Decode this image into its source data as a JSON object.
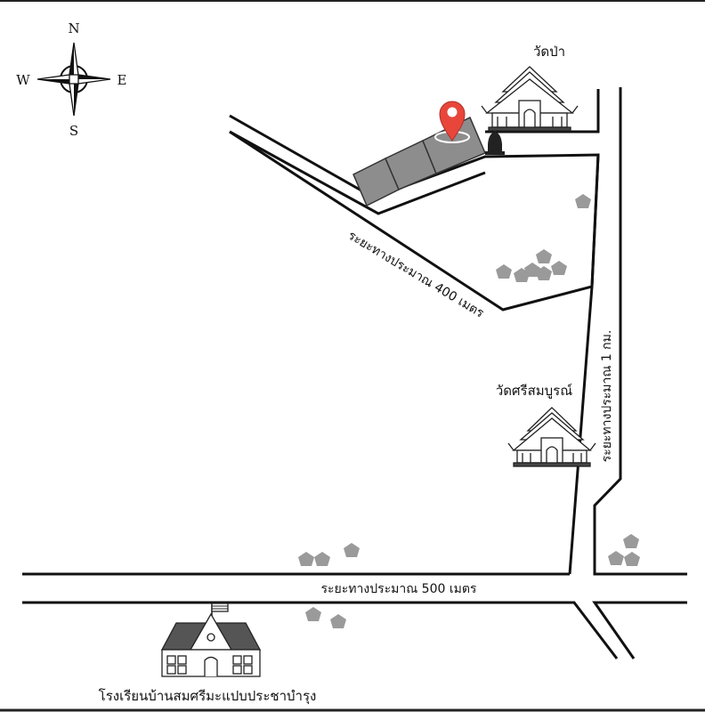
{
  "compass": {
    "north": "N",
    "south": "S",
    "east": "E",
    "west": "W"
  },
  "places": {
    "wat_pa": "วัดป่า",
    "wat_si_sombun": "วัดศรีสมบูรณ์",
    "school": "โรงเรียนบ้านสมศรีมะแปบประชาบำรุง"
  },
  "roads": {
    "diagonal": "ระยะทางประมาณ 400 เมตร",
    "vertical": "ระยะทางประมาณ 1 กม.",
    "horizontal": "ระยะทางประมาณ  500 เมตร"
  },
  "colors": {
    "marker": "#e8463b",
    "tree": "#9a9a9a",
    "building": "#8d8d8d",
    "line": "#111111"
  },
  "icons": [
    "compass-rose-icon",
    "location-pin-icon",
    "temple-icon",
    "school-icon",
    "tree-icon",
    "stupa-icon",
    "flag-icon"
  ]
}
